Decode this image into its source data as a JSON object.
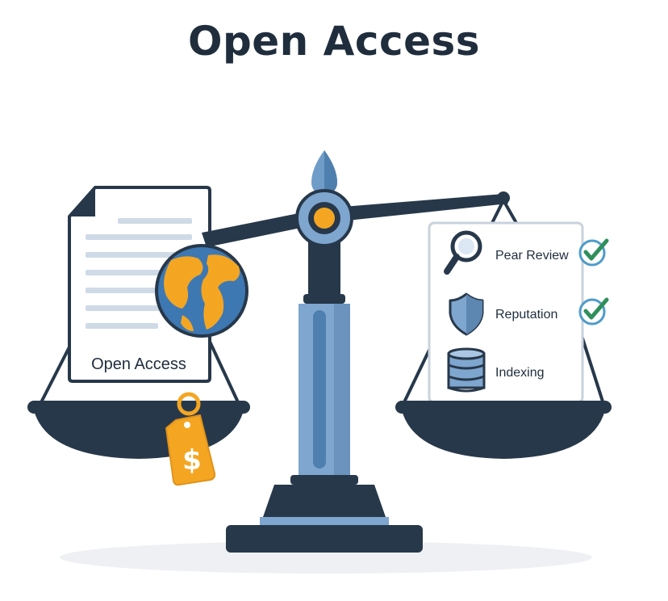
{
  "title": "Open Access",
  "left_pan": {
    "document_label": "Open Access",
    "price_tag_symbol": "$"
  },
  "right_pan": {
    "items": [
      {
        "label": "Pear Review",
        "icon": "magnifier-icon",
        "checked": true
      },
      {
        "label": "Reputation",
        "icon": "shield-icon",
        "checked": true
      },
      {
        "label": "Indexing",
        "icon": "database-icon",
        "checked": false
      }
    ]
  },
  "colors": {
    "navy": "#27384a",
    "steel_blue": "#7ea6cf",
    "light_blue": "#a9c6e4",
    "accent_orange": "#f4a623",
    "check_green": "#2f8f5b",
    "globe_blue": "#3e78b2"
  }
}
